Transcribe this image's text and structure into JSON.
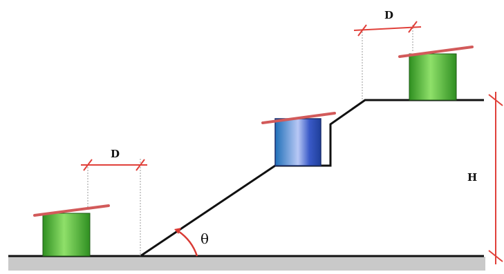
{
  "labels": {
    "spacing_left": "D",
    "spacing_top": "D",
    "height": "H",
    "angle": "θ"
  },
  "colors": {
    "roof": "#d25a5a",
    "dimension": "#e0403a",
    "outline": "#111111",
    "ground_band": "#c9c9c9",
    "extension_line": "#9a9a9a",
    "building_green_dark": "#2f8f21",
    "building_green_light": "#8fe06a",
    "building_blue_dark": "#1f3f9a",
    "building_blue_light": "#9ab0f0"
  }
}
